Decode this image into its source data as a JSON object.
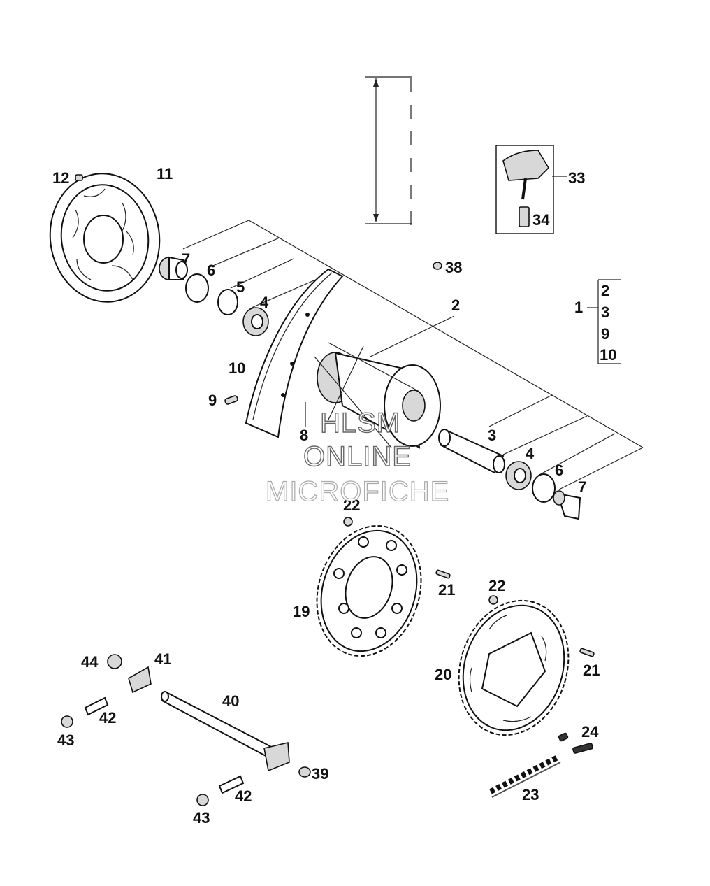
{
  "labels": {
    "l1": "1",
    "l2": "2",
    "l2b": "2",
    "l3": "3",
    "l3b": "3",
    "l4": "4",
    "l4b": "4",
    "l5": "5",
    "l6": "6",
    "l6b": "6",
    "l7": "7",
    "l7b": "7",
    "l8": "8",
    "l9": "9",
    "l9b": "9",
    "l10": "10",
    "l10b": "10",
    "l11": "11",
    "l12": "12",
    "l19": "19",
    "l20": "20",
    "l21": "21",
    "l21b": "21",
    "l22": "22",
    "l22b": "22",
    "l23": "23",
    "l24": "24",
    "l33": "33",
    "l34": "34",
    "l38": "38",
    "l39": "39",
    "l40": "40",
    "l41": "41",
    "l42": "42",
    "l42b": "42",
    "l43": "43",
    "l43b": "43",
    "l44": "44"
  },
  "watermark": {
    "line1": "HLSM",
    "line2": "ONLINE",
    "line3": "MICROFICHE"
  }
}
